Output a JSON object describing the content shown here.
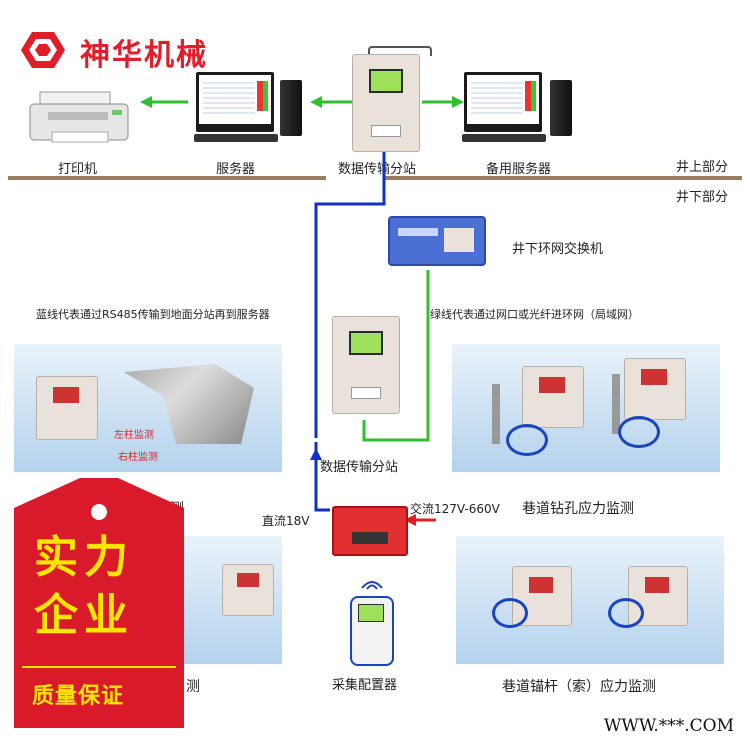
{
  "brand": {
    "name": "神华机械",
    "logo": "hexagon-logo",
    "color": "#e11d2a"
  },
  "top": {
    "printer_label": "打印机",
    "server_label": "服务器",
    "station_label": "数据传输分站",
    "backup_label": "备用服务器",
    "above_label": "井上部分",
    "below_label": "井下部分"
  },
  "switch_label": "井下环网交换机",
  "blue_note": "蓝线代表通过RS485传输到地面分站再到服务器",
  "green_note": "绿线代表通过网口或光纤进环网（局域网）",
  "station2_label": "数据传输分站",
  "left_panel": {
    "tag1": "左柱监测",
    "tag2": "右柱监测",
    "caption": "面监测"
  },
  "right_panel": {
    "caption": "巷道钻孔应力监测"
  },
  "power": {
    "dc": "直流18V",
    "ac": "交流127V-660V"
  },
  "collector_label": "采集配置器",
  "bottom_right_caption": "巷道锚杆（索）应力监测",
  "bottom_left_caption": "测",
  "badge": {
    "line1": "实力",
    "line2": "企业",
    "line3": "质量保证"
  },
  "footer": "WWW.***.COM",
  "colors": {
    "blue_line": "#1030c8",
    "green_line": "#2fbf2f",
    "divider": "#9a7b5f",
    "badge": "#d91a2a"
  }
}
